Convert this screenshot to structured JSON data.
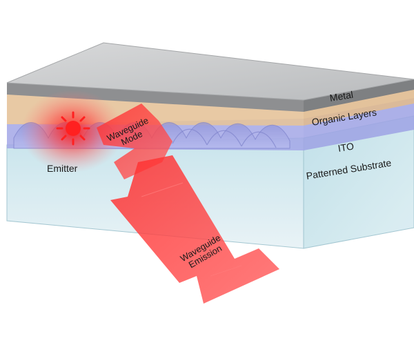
{
  "labels": {
    "metal": "Metal",
    "organic_layers": "Organic Layers",
    "ito": "ITO",
    "patterned_substrate": "Patterned Substrate",
    "emitter": "Emitter",
    "waveguide_mode_line1": "Waveguide",
    "waveguide_mode_line2": "Mode",
    "waveguide_emission_line1": "Waveguide",
    "waveguide_emission_line2": "Emission"
  },
  "colors": {
    "metal": "#8e8f91",
    "metal_top": "#c9cbcc",
    "organic": "#e9c79b",
    "ito": "#a3a7e6",
    "substrate": "#cfe7ee",
    "arrow": "#ff3b3b",
    "emitter_glow": "#ff2020"
  }
}
